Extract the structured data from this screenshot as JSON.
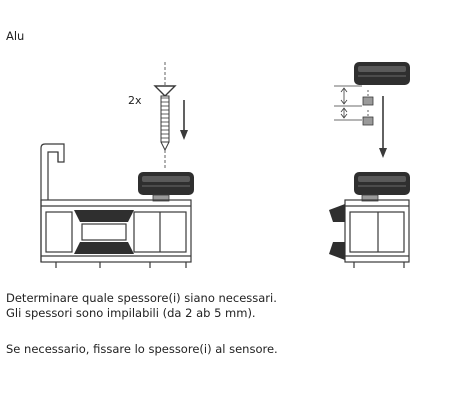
{
  "page": {
    "title": "Alu",
    "diagram_label": "2x",
    "instructions": [
      "Determinare quale spessore(i) siano necessari.",
      "Gli spessori sono impilabili (da 2 ab 5 mm).",
      "Se necessario, fissare lo spessore(i) al sensore."
    ]
  },
  "colors": {
    "line": "#3a3a3a",
    "sensor": "#2f2f2f",
    "spacer": "#9a9a9a",
    "background": "#ffffff"
  }
}
